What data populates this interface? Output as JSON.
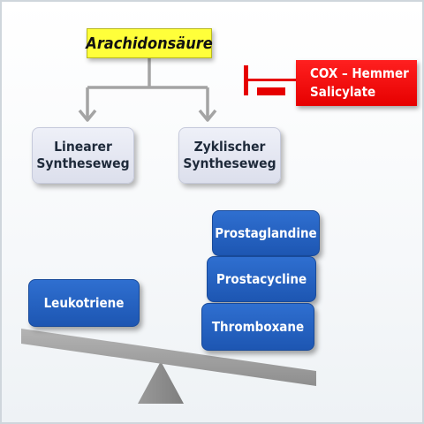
{
  "source": "Arachidonsäure",
  "pathways": {
    "linear": {
      "line1": "Linearer",
      "line2": "Syntheseweg"
    },
    "cyclic": {
      "line1": "Zyklischer",
      "line2": "Syntheseweg"
    }
  },
  "inhibitor": {
    "line1": "COX – Hemmer",
    "line2": "Salicylate"
  },
  "products": {
    "left": "Leukotriene",
    "right": [
      "Prostaglandine",
      "Prostacycline",
      "Thromboxane"
    ]
  },
  "colors": {
    "source_fill": "#ffff3a",
    "inhibitor_fill": "#e60000",
    "product_fill": "#1d56b2",
    "pathway_fill": "#dcdfec",
    "beam": "#a0a0a0"
  }
}
